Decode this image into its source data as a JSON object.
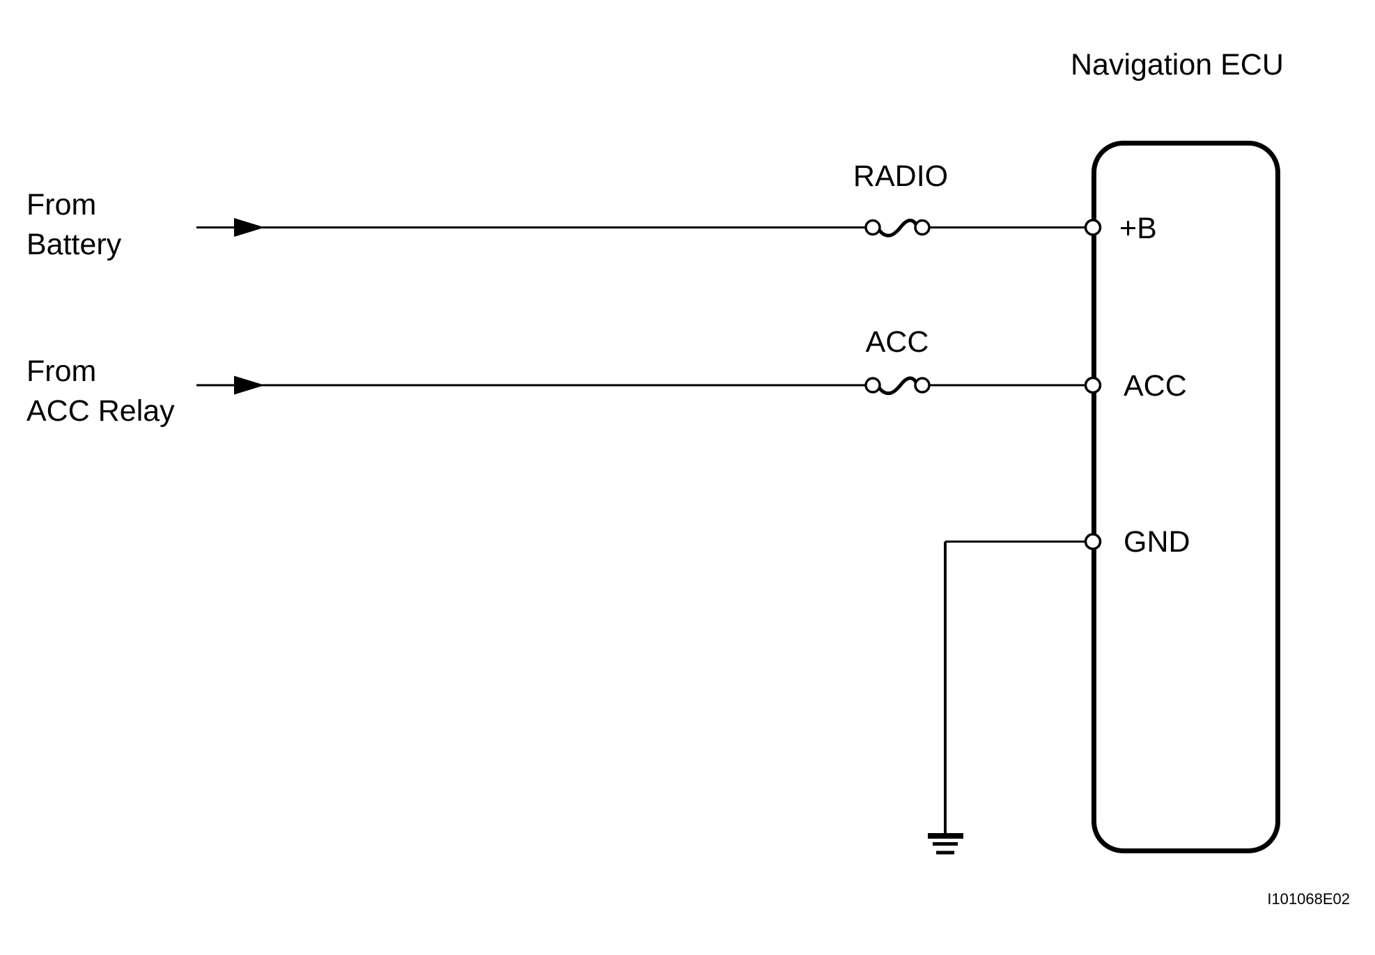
{
  "title": "Navigation ECU",
  "figure_id": "I101068E02",
  "sources": [
    {
      "line1": "From",
      "line2": "Battery"
    },
    {
      "line1": "From",
      "line2": "ACC Relay"
    }
  ],
  "fuses": [
    {
      "name": "RADIO"
    },
    {
      "name": "ACC"
    }
  ],
  "ecu": {
    "terminals": [
      {
        "name": "+B"
      },
      {
        "name": "ACC"
      },
      {
        "name": "GND"
      }
    ]
  },
  "colors": {
    "line": "#000000",
    "background": "#ffffff"
  }
}
